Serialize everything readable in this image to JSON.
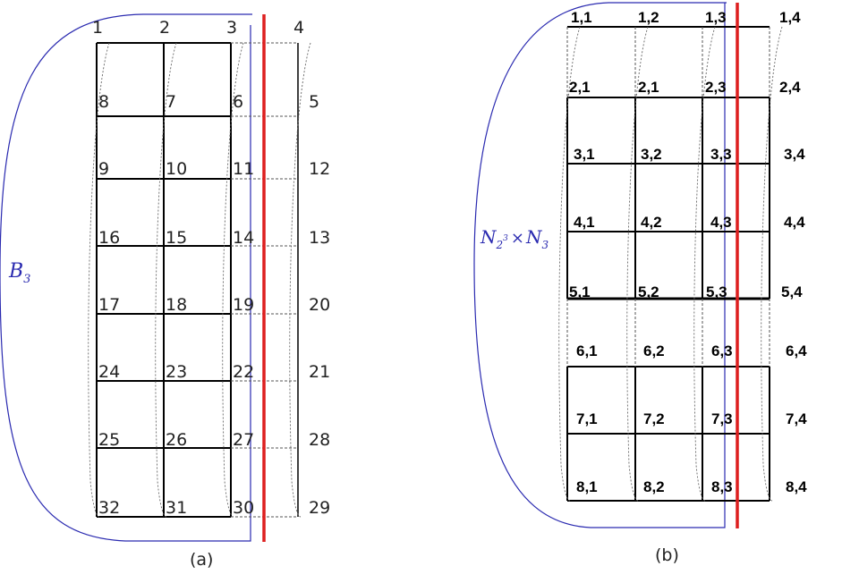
{
  "panel_a": {
    "caption": "(a)",
    "brace_label": "B",
    "brace_label_sub": "3",
    "top_labels": [
      "1",
      "2",
      "3",
      "4"
    ],
    "rows": [
      [
        "8",
        "7",
        "6",
        "5"
      ],
      [
        "9",
        "10",
        "11",
        "12"
      ],
      [
        "16",
        "15",
        "14",
        "13"
      ],
      [
        "17",
        "18",
        "19",
        "20"
      ],
      [
        "24",
        "23",
        "22",
        "21"
      ],
      [
        "25",
        "26",
        "27",
        "28"
      ],
      [
        "32",
        "31",
        "30",
        "29"
      ]
    ]
  },
  "panel_b": {
    "caption": "(b)",
    "brace_label": "N",
    "brace_label_sub": "2",
    "brace_label_sup": "3",
    "brace_label_times": "×",
    "brace_label_n2": "N",
    "brace_label_n2_sub": "3",
    "rows": [
      [
        "1,1",
        "1,2",
        "1,3",
        "1,4"
      ],
      [
        "2,1",
        "2,1",
        "2,3",
        "2,4"
      ],
      [
        "3,1",
        "3,2",
        "3,3",
        "3,4"
      ],
      [
        "4,1",
        "4,2",
        "4,3",
        "4,4"
      ],
      [
        "5,1",
        "5,2",
        "5,3",
        "5,4"
      ],
      [
        "6,1",
        "6,2",
        "6,3",
        "6,4"
      ],
      [
        "7,1",
        "7,2",
        "7,3",
        "7,4"
      ],
      [
        "8,1",
        "8,2",
        "8,3",
        "8,4"
      ]
    ]
  },
  "colors": {
    "grid": "#000000",
    "cut_line": "#dd1f1f",
    "brace": "#2a2ab0",
    "dashed": "#555555"
  }
}
